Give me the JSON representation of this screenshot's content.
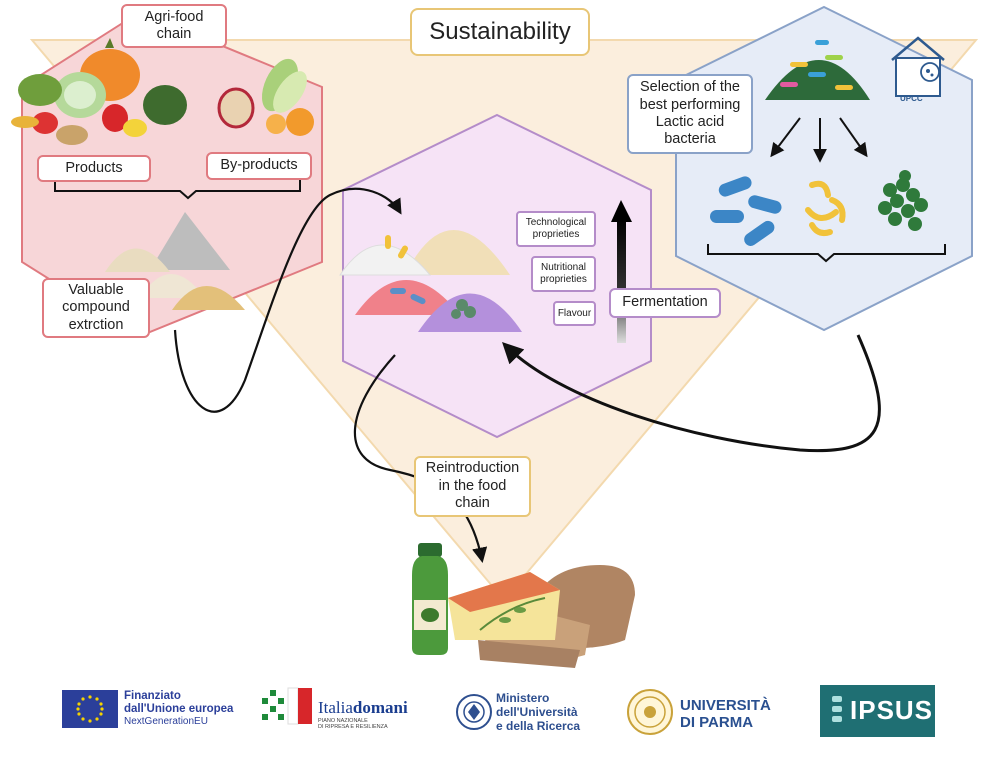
{
  "title": "Sustainability",
  "agri": {
    "title": "Agri-food chain",
    "products": "Products",
    "byproducts": "By-products",
    "extraction": "Valuable compound extrction"
  },
  "ferment": {
    "technological": "Technological proprieties",
    "nutritional": "Nutritional proprieties",
    "flavour": "Flavour",
    "fermentation": "Fermentation"
  },
  "lab": {
    "selection": "Selection of the best performing Lactic acid bacteria",
    "upcc": "UPCC"
  },
  "reintroduction": "Reintroduction in the food chain",
  "logos": {
    "eu_line1": "Finanziato",
    "eu_line2": "dall'Unione europea",
    "eu_line3": "NextGenerationEU",
    "italia_a": "Italia",
    "italia_b": "domani",
    "italia_sub1": "PIANO NAZIONALE",
    "italia_sub2": "DI RIPRESA E RESILIENZA",
    "mur_line1": "Ministero",
    "mur_line2": "dell'Università",
    "mur_line3": "e della Ricerca",
    "parma_line1": "UNIVERSITÀ",
    "parma_line2": "DI PARMA",
    "ipsus": "IPSUS"
  },
  "colors": {
    "triangle": "#fbeedd",
    "pink_hex": "#f7d6d8",
    "pink_border": "#e07a80",
    "purple_hex": "#f6e3f6",
    "purple_border": "#b48cc9",
    "blue_hex": "#e6ecf7",
    "blue_border": "#8aa2c8",
    "gold": "#e8c676",
    "eu_blue": "#2b3f9a",
    "mur_blue": "#2e4f8f",
    "parma_blue": "#2a5090",
    "ipsus_bg": "#1f6f73"
  },
  "icons": [
    "vegetables-icon",
    "fruit-icon",
    "powder-piles-icon",
    "fermented-piles-icon",
    "bacteria-mix-icon",
    "rod-bacteria-icon",
    "curved-bacteria-icon",
    "cocci-bacteria-icon",
    "house-icon",
    "bottle-icon",
    "cheese-icon",
    "bread-icon"
  ]
}
